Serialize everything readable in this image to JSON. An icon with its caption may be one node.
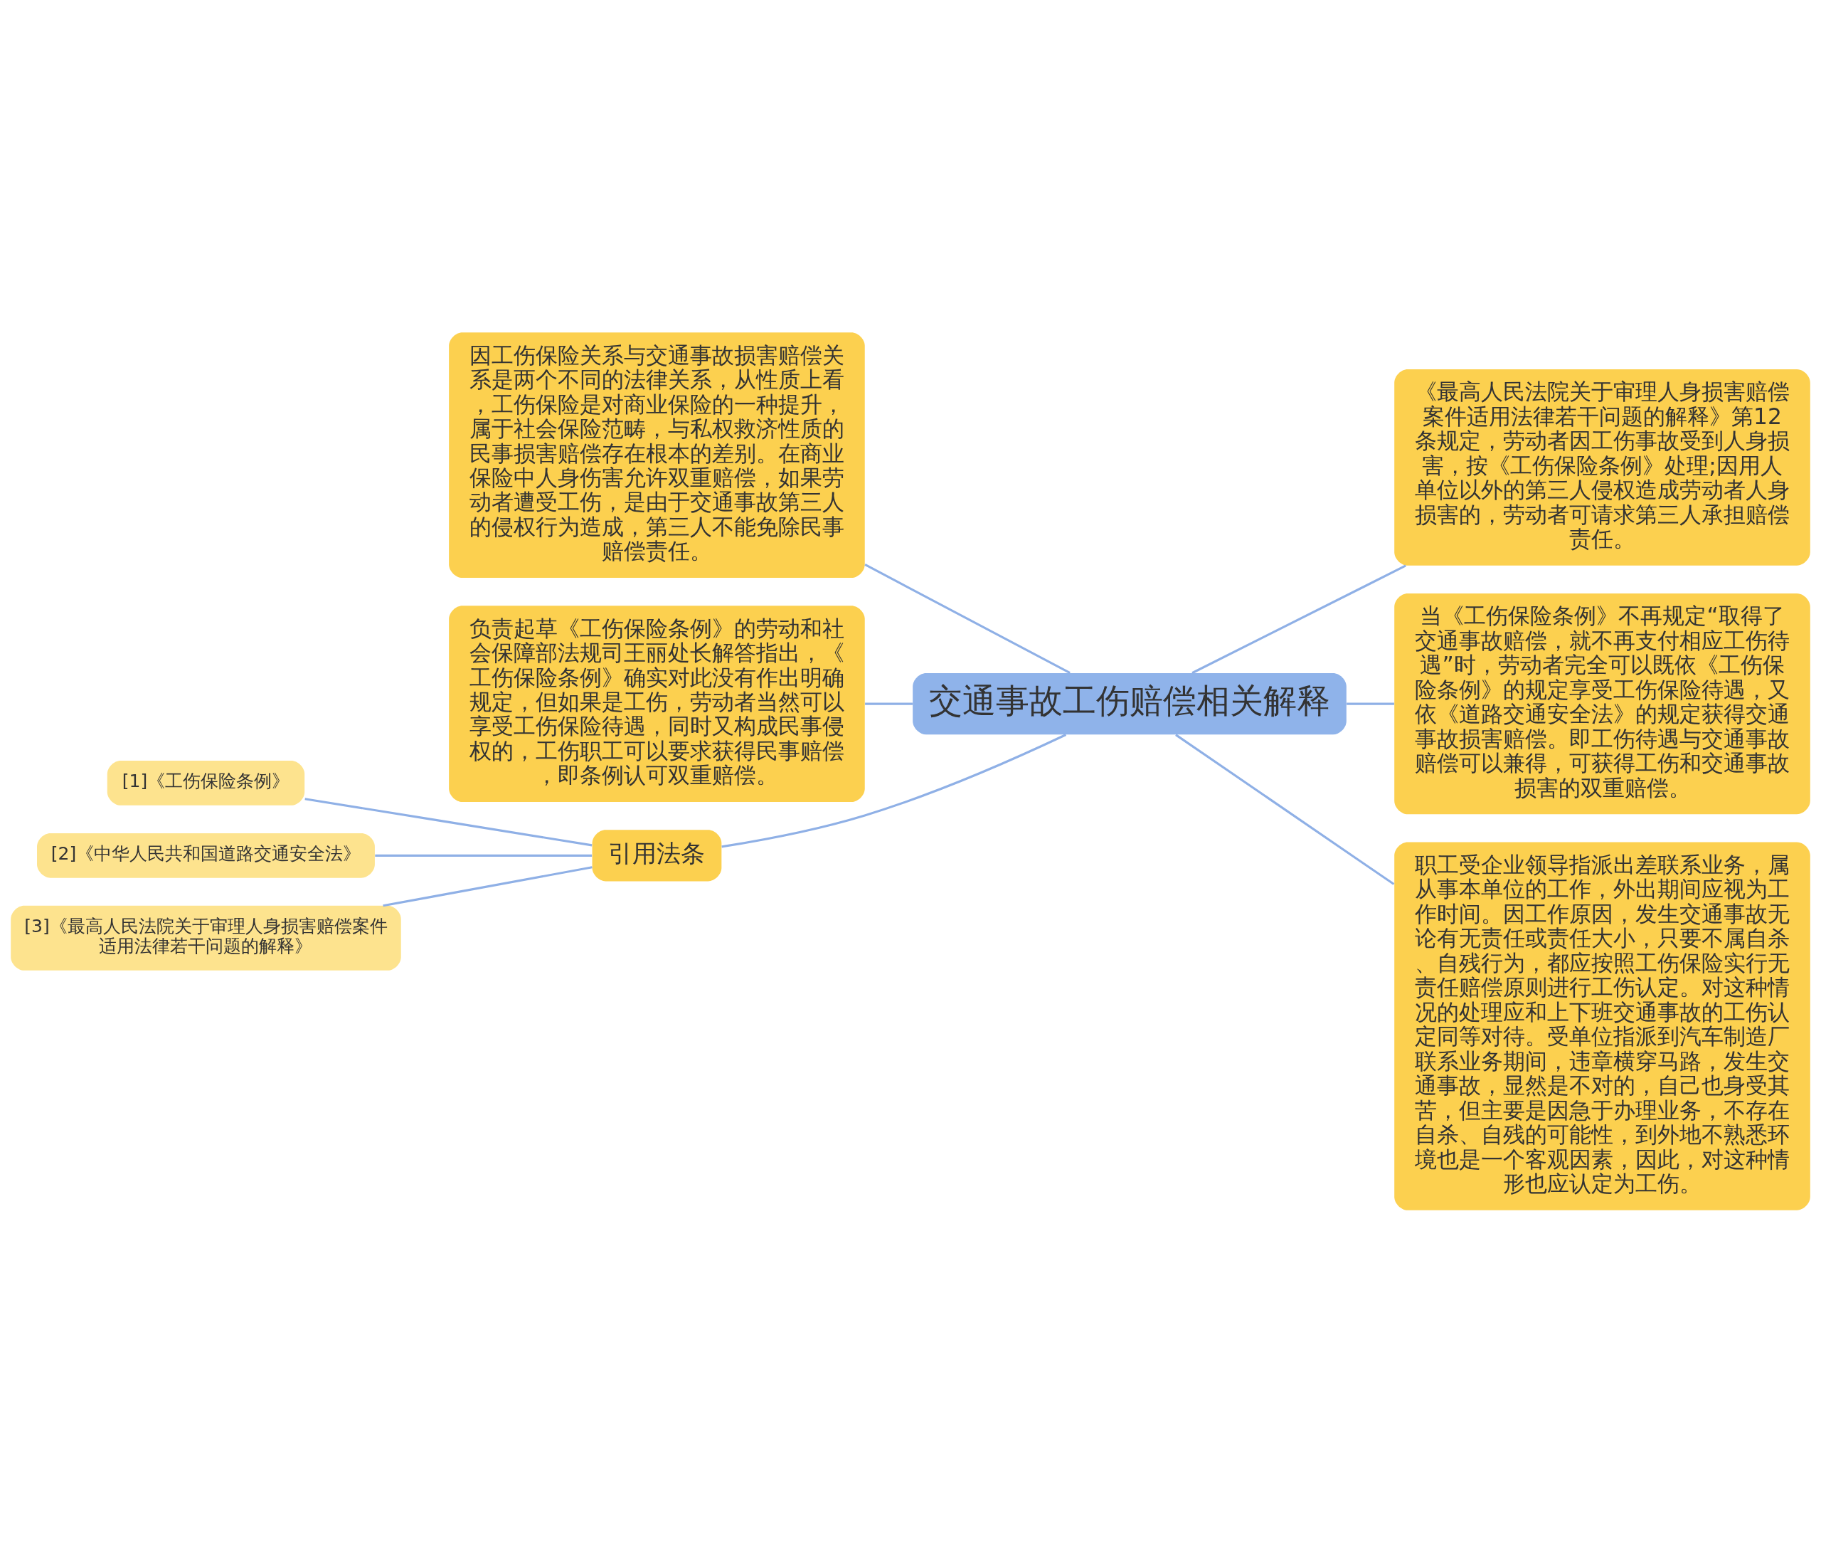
{
  "diagram": {
    "nodes": [
      {
        "text": [
          "交通事故工伤赔偿相关解释"
        ]
      },
      {
        "text": [
          "因工伤保险关系与交通事故损害赔偿关系是两个不同的法律关系，从性质上看，工伤保险是对商业保险的一种提升，属于社会保险范畴，与私权救济性质的民事损害赔偿存在根本的差别。在商业保险中人身伤害允许双重赔偿，如果劳动者遭受工伤，是由于交通事故第三人的侵权行为造成，第三人不能免除民事赔偿责任。"
        ]
      },
      {
        "text": [
          "负责起草《工伤保险条例》的劳动和社会保障部法规司王丽处长解答指出，《工伤保险条例》确实对此没有作出明确规定，但如果是工伤，劳动者当然可以享受工伤保险待遇，同时又构成民事侵权的，工伤职工可以要求获得民事赔偿，即条例认可双重赔偿。"
        ]
      },
      {
        "text": [
          "引用法条"
        ]
      },
      {
        "text": [
          "[1]《工伤保险条例》"
        ]
      },
      {
        "text": [
          "[2]《中华人民共和国道路交通安全法》"
        ]
      },
      {
        "text": [
          "[3]《最高人民法院关于审理人身损害赔偿案件适用法律若干问题的解释》"
        ]
      },
      {
        "text": [
          "《最高人民法院关于审理人身损害赔偿案件适用法律若干问题的解释》第12条规定，劳动者因工伤事故受到人身损害，按《工伤保险条例》处理;因用人单位以外的第三人侵权造成劳动者人身损害的，劳动者可请求第三人承担赔偿责任。"
        ]
      },
      {
        "text": [
          "当《工伤保险条例》不再规定“取得了交通事故赔偿，就不再支付相应工伤待遇”时，劳动者完全可以既依《工伤保险条例》的规定享受工伤保险待遇，又依《道路交通安全法》的规定获得交通事故损害赔偿。即工伤待遇与交通事故赔偿可以兼得，可获得工伤和交通事故损害的双重赔偿。"
        ]
      },
      {
        "text": [
          "职工受企业领导指派出差联系业务，属从事本单位的工作，外出期间应视为工作时间。因工作原因，发生交通事故无论有无责任或责任大小，只要不属自杀、自残行为，都应按照工伤保险实行无责任赔偿原则进行工伤认定。对这种情况的处理应和上下班交通事故的工伤认定同等对待。受单位指派到汽车制造厂联系业务期间，违章横穿马路，发生交通事故，显然是不对的，自己也身受其苦，但主要是因急于办理业务，不存在自杀、自残的可能性，到外地不熟悉环境也是一个客观因素，因此，对这种情形也应认定为工伤。"
        ]
      }
    ],
    "edges": [
      {
        "from": 0,
        "to": 1,
        "arrow": "none"
      },
      {
        "from": 0,
        "to": 2,
        "arrow": "none"
      },
      {
        "from": 0,
        "to": 3,
        "arrow": "none"
      },
      {
        "from": 3,
        "to": 4,
        "arrow": "none"
      },
      {
        "from": 3,
        "to": 5,
        "arrow": "none"
      },
      {
        "from": 3,
        "to": 6,
        "arrow": "none"
      },
      {
        "from": 0,
        "to": 7,
        "arrow": "none"
      },
      {
        "from": 0,
        "to": 8,
        "arrow": "none"
      },
      {
        "from": 0,
        "to": 9,
        "arrow": "none"
      }
    ]
  }
}
